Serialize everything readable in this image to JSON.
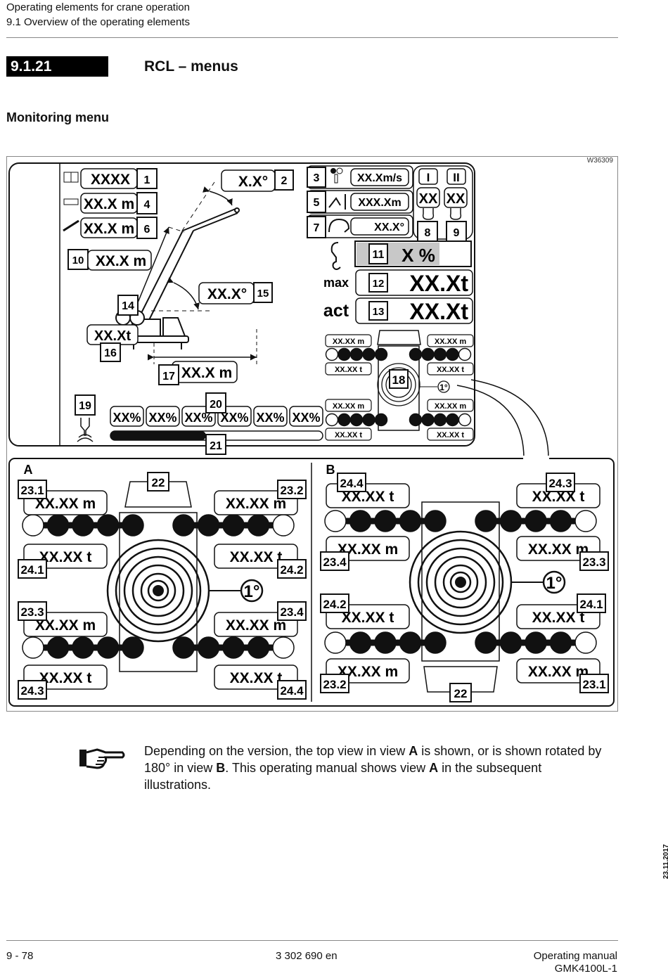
{
  "header": {
    "line1": "Operating elements for crane operation",
    "line2": "9.1 Overview of the operating elements"
  },
  "section": {
    "number": "9.1.21",
    "title": "RCL – menus",
    "subtitle": "Monitoring menu"
  },
  "figure": {
    "id": "W36309",
    "fields": {
      "f1": {
        "value": "XXXX",
        "label": "1"
      },
      "f2": {
        "value": "X.X°",
        "label": "2"
      },
      "f3": {
        "value": "XX.Xm/s",
        "label": "3"
      },
      "f4": {
        "value": "XX.X m",
        "label": "4"
      },
      "f5": {
        "value": "XXX.Xm",
        "label": "5"
      },
      "f6": {
        "value": "XX.X m",
        "label": "6"
      },
      "f7": {
        "value": "XX.X°",
        "label": "7"
      },
      "f8": {
        "value": "XX",
        "label": "8",
        "header": "I"
      },
      "f9": {
        "value": "XX",
        "label": "9",
        "header": "II"
      },
      "f10": {
        "value": "XX.X m",
        "label": "10"
      },
      "f11": {
        "value": "X %",
        "label": "11"
      },
      "f12": {
        "value": "XX.Xt",
        "label": "12",
        "prefix": "max"
      },
      "f13": {
        "value": "XX.Xt",
        "label": "13",
        "prefix": "act"
      },
      "f14": {
        "label": "14"
      },
      "f15": {
        "value": "XX.X°",
        "label": "15"
      },
      "f16": {
        "value": "XX.Xt",
        "label": "16"
      },
      "f17": {
        "value": "XX.X m",
        "label": "17"
      },
      "f18": {
        "label": "18"
      },
      "f19": {
        "label": "19"
      },
      "f20": {
        "label": "20",
        "values": [
          "XX%",
          "XX%",
          "XX%",
          "XX%",
          "XX%",
          "XX%"
        ]
      },
      "f21": {
        "label": "21",
        "fill_fraction": 0.45
      }
    },
    "small_outrigger": {
      "m": "XX.XX m",
      "t": "XX.XX t",
      "tilt": "1°"
    },
    "views": {
      "A": {
        "title": "A",
        "top_label": "22",
        "tilt": "1°",
        "boxes": [
          {
            "value": "XX.XX m",
            "label": "23.1"
          },
          {
            "value": "XX.XX m",
            "label": "23.2"
          },
          {
            "value": "XX.XX t",
            "label": "24.1"
          },
          {
            "value": "XX.XX t",
            "label": "24.2"
          },
          {
            "value": "XX.XX m",
            "label": "23.3"
          },
          {
            "value": "XX.XX m",
            "label": "23.4"
          },
          {
            "value": "XX.XX t",
            "label": "24.3"
          },
          {
            "value": "XX.XX t",
            "label": "24.4"
          }
        ]
      },
      "B": {
        "title": "B",
        "bottom_label": "22",
        "tilt": "1°",
        "boxes": [
          {
            "value": "XX.XX t",
            "label": "24.4"
          },
          {
            "value": "XX.XX t",
            "label": "24.3"
          },
          {
            "value": "XX.XX m",
            "label": "23.4"
          },
          {
            "value": "XX.XX m",
            "label": "23.3"
          },
          {
            "value": "XX.XX t",
            "label": "24.2"
          },
          {
            "value": "XX.XX t",
            "label": "24.1"
          },
          {
            "value": "XX.XX m",
            "label": "23.2"
          },
          {
            "value": "XX.XX m",
            "label": "23.1"
          }
        ]
      }
    }
  },
  "note": {
    "icon": "pointing-hand-icon",
    "t1": "Depending on the version, the top view in view ",
    "b1": "A",
    "t2": " is shown, or is shown rotated by 180° in view ",
    "b2": "B",
    "t3": ". This operating manual shows view ",
    "b3": "A",
    "t4": " in the subsequent illustrations."
  },
  "footer": {
    "page": "9 - 78",
    "doc_number": "3 302 690 en",
    "manual": "Operating manual",
    "model": "GMK4100L-1",
    "date": "23.11.2017"
  }
}
